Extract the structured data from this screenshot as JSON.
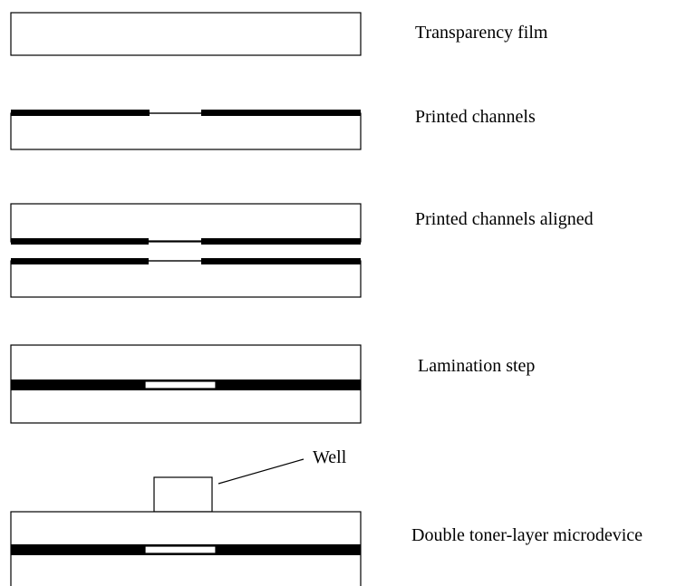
{
  "steps": [
    {
      "label": "Transparency film"
    },
    {
      "label": "Printed channels"
    },
    {
      "label": "Printed channels aligned"
    },
    {
      "label": "Lamination step"
    },
    {
      "label": "Double toner-layer microdevice"
    }
  ],
  "well_label": "Well",
  "colors": {
    "toner": "#000000",
    "film_fill": "#ffffff",
    "outline": "#000000"
  }
}
